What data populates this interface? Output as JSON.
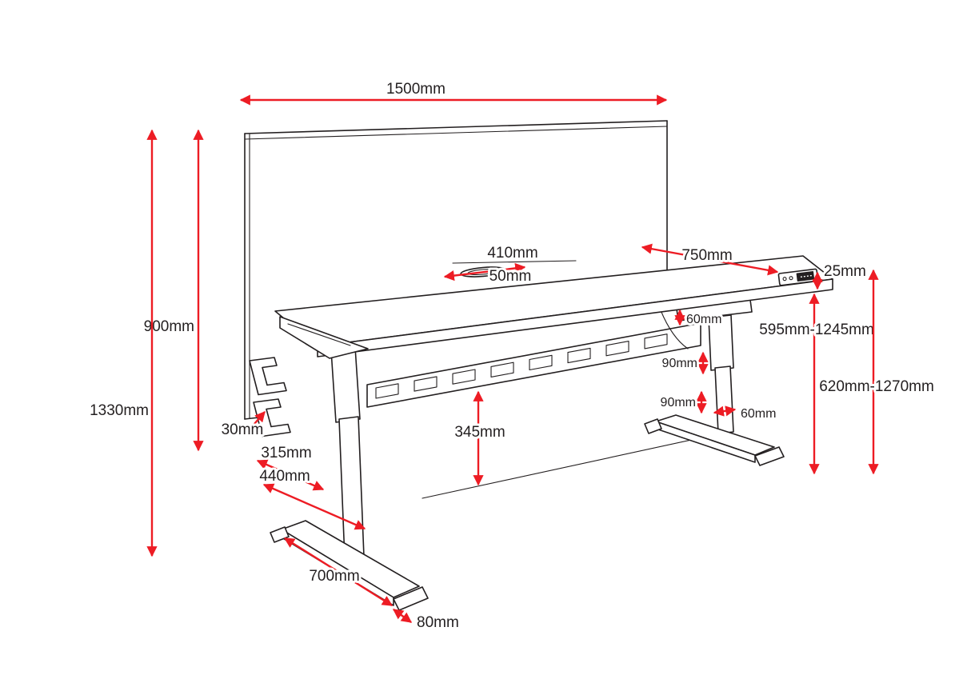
{
  "diagram": {
    "background": "#ffffff",
    "line_color": "#231f20",
    "dimension_color": "#ed1c24",
    "labels": {
      "screen_width": "1500mm",
      "screen_height": "900mm",
      "overall_height": "1330mm",
      "grommet_position": "410mm",
      "grommet_width": "50mm",
      "desktop_depth": "750mm",
      "desktop_thickness": "25mm",
      "frame_height_range": "595mm-1245mm",
      "desktop_height_range": "620mm-1270mm",
      "beam_height": "60mm",
      "beam_width_upper": "90mm",
      "beam_width_lower": "90mm",
      "column_width": "60mm",
      "clearance_under_beam": "345mm",
      "screen_thickness": "30mm",
      "screen_to_column": "315mm",
      "screen_to_foot": "440mm",
      "foot_length": "700mm",
      "foot_end_width": "80mm"
    }
  }
}
